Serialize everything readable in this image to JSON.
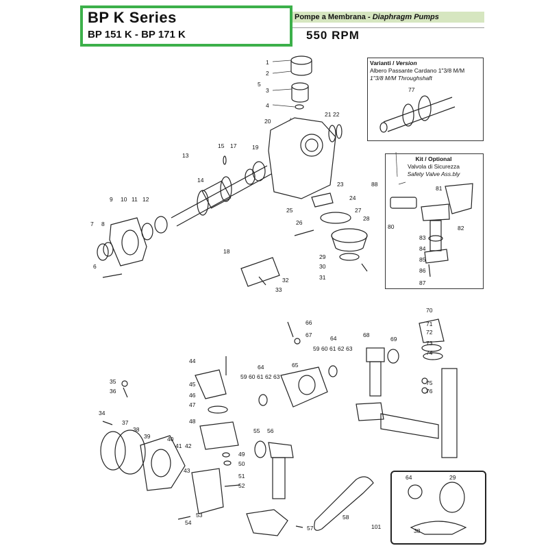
{
  "header": {
    "series_title": "BP K  Series",
    "models": "BP 151 K - BP 171 K",
    "pump_type_it": "Pompe a Membrana",
    "pump_type_en": "Diaphragm Pumps",
    "rpm": "550 RPM",
    "accent_color": "#3cb04a"
  },
  "variant_box": {
    "title_it": "Varianti",
    "title_en": "Version",
    "line1": "Albero Passante Cardano 1\"3/8 M/M",
    "line2": "1\"3/8 M/M Throughshaft"
  },
  "kit_box": {
    "title_it": "Kit",
    "title_en": "Optional",
    "line1": "Valvola di Sicurezza",
    "line2": "Safety Valve Ass.bly"
  },
  "callouts": [
    "1",
    "2",
    "3",
    "4",
    "5",
    "6",
    "7",
    "8",
    "9",
    "10",
    "11",
    "12",
    "13",
    "14",
    "15",
    "17",
    "18",
    "19",
    "20",
    "21",
    "22",
    "23",
    "24",
    "25",
    "26",
    "27",
    "28",
    "29",
    "30",
    "31",
    "32",
    "33",
    "34",
    "35",
    "36",
    "37",
    "38",
    "39",
    "40",
    "41",
    "42",
    "43",
    "44",
    "45",
    "46",
    "47",
    "48",
    "49",
    "50",
    "51",
    "52",
    "53",
    "54",
    "55",
    "56",
    "57",
    "58",
    "59",
    "60",
    "61",
    "62",
    "63",
    "64",
    "65",
    "66",
    "67",
    "68",
    "69",
    "70",
    "71",
    "72",
    "73",
    "74",
    "75",
    "76",
    "77",
    "80",
    "81",
    "82",
    "83",
    "84",
    "85",
    "86",
    "87",
    "88",
    "101"
  ],
  "callout_groups": {
    "g64": "64",
    "g596063": [
      "59",
      "60",
      "61",
      "62",
      "63"
    ]
  }
}
